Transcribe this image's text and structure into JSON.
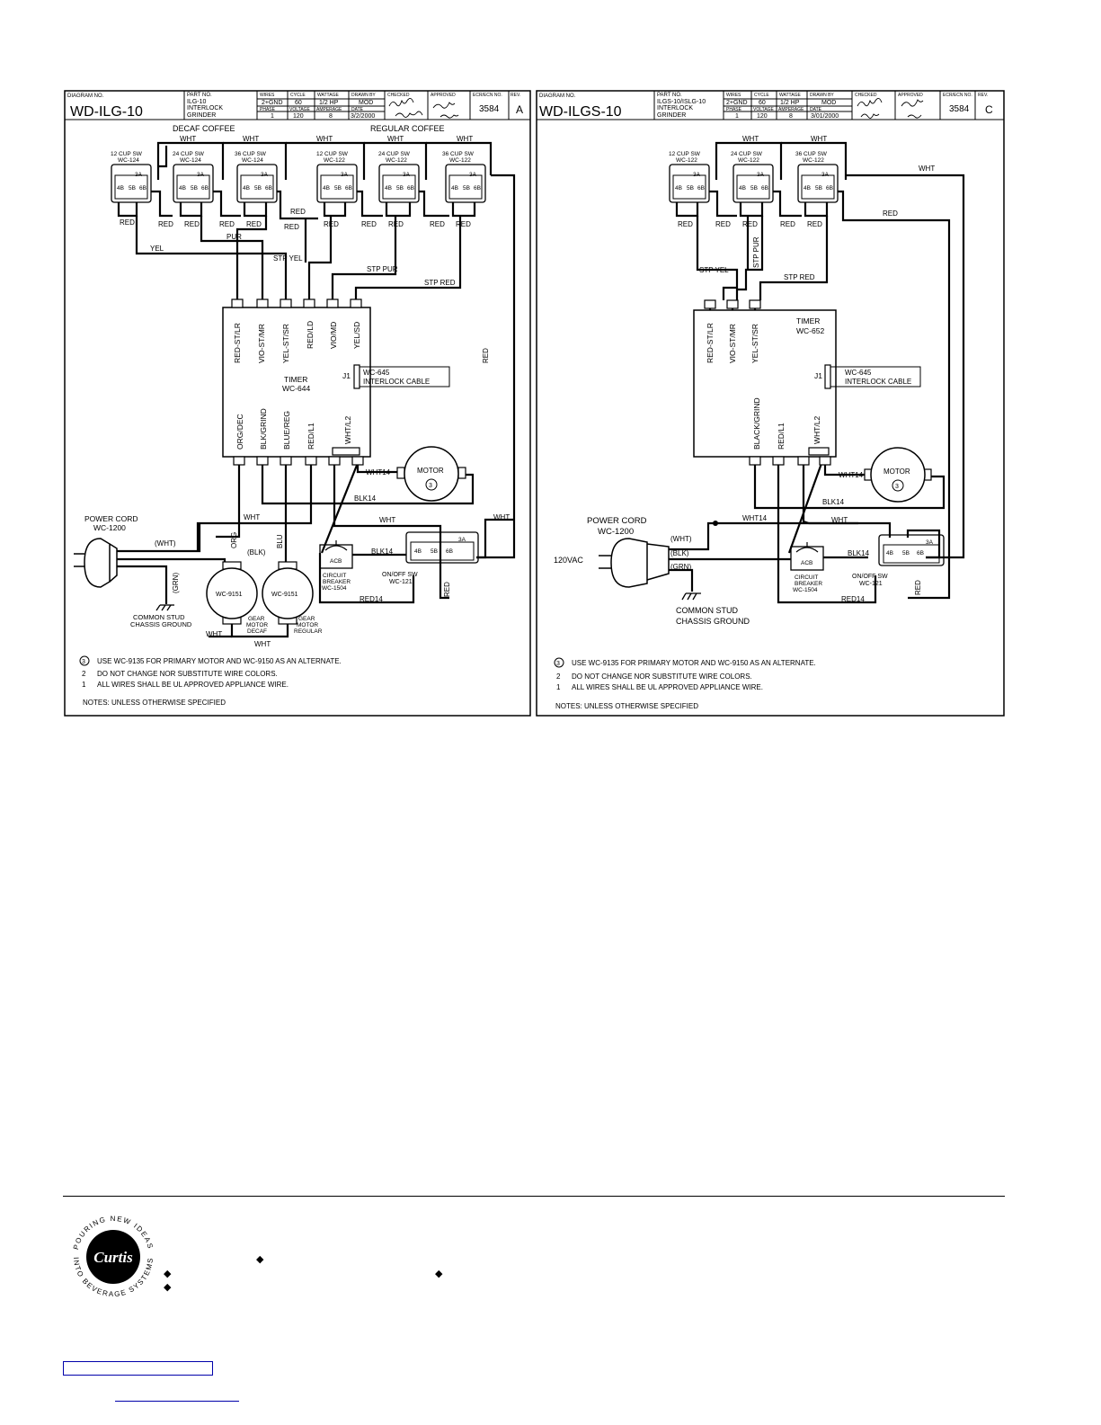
{
  "left_diagram": {
    "title_block": {
      "diagram_no_label": "DIAGRAM NO.",
      "diagram_no": "WD-ILG-10",
      "part_no_label": "PART NO.",
      "part_no": "ILG-10",
      "part_desc_1": "INTERLOCK",
      "part_desc_2": "GRINDER",
      "wires_label": "WIRES",
      "wires": "2+GND",
      "phase_label": "PHASE",
      "phase": "1",
      "cycle_label": "CYCLE",
      "cycle": "60",
      "voltage_label": "VOLTAGE",
      "voltage": "120",
      "wattage_label": "WATTAGE",
      "wattage": "1/2 HP",
      "amperage_label": "AMPERAGE",
      "amperage": "8",
      "drawn_label": "DRAWN BY",
      "drawn": "MOD",
      "date_label": "DATE",
      "date": "3/2/2000",
      "checked_label": "CHECKED",
      "approved_label": "APPROVED",
      "ecr_label": "ECR/ECN NO.",
      "ecr": "3584",
      "rev_label": "REV.",
      "rev": "A"
    },
    "decaf_label": "DECAF COFFEE",
    "regular_label": "REGULAR COFFEE",
    "switches": [
      {
        "name": "12 CUP SW",
        "part": "WC-124"
      },
      {
        "name": "24 CUP SW",
        "part": "WC-124"
      },
      {
        "name": "36 CUP SW",
        "part": "WC-124"
      },
      {
        "name": "12 CUP SW",
        "part": "WC-122"
      },
      {
        "name": "24 CUP SW",
        "part": "WC-122"
      },
      {
        "name": "36 CUP SW",
        "part": "WC-122"
      }
    ],
    "terminal_3a": "3A",
    "terminal_4b": "4B",
    "terminal_5b": "5B",
    "terminal_6b": "6B",
    "wire_wht": "WHT",
    "wire_red": "RED",
    "wire_yel": "YEL",
    "wire_pur": "PUR",
    "wire_stp_yel": "STP YEL",
    "wire_stp_pur": "STP PUR",
    "wire_stp_red": "STP RED",
    "timer_top_pins": [
      "RED-ST/LR",
      "VIO-ST/MR",
      "YEL-ST/SR",
      "RED/LD",
      "VIO/MD",
      "YEL/SD"
    ],
    "timer_bottom_pins": [
      "ORG/DEC",
      "BLK/GRIND",
      "BLUE/REG",
      "RED/L1",
      "WHT/L2"
    ],
    "timer_name": "TIMER",
    "timer_part": "WC-644",
    "j1": "J1",
    "cable_part": "WC-645",
    "cable_name": "INTERLOCK CABLE",
    "wht14": "WHT14",
    "blk14": "BLK14",
    "red14": "RED14",
    "motor": "MOTOR",
    "motor_note": "3",
    "power_cord": "POWER CORD",
    "power_cord_part": "WC-1200",
    "wht_paren": "(WHT)",
    "blk_paren": "(BLK)",
    "grn_paren": "(GRN)",
    "org": "ORG",
    "blu": "BLU",
    "acb": "ACB",
    "circuit_breaker": "CIRCUIT",
    "breaker": "BREAKER",
    "breaker_part": "WC-1504",
    "onoff": "ON/OFF SW",
    "onoff_part": "WC-121",
    "gear_motor_part": "WC-9151",
    "gear_decaf_1": "GEAR",
    "gear_decaf_2": "MOTOR",
    "gear_decaf_3": "DECAF",
    "gear_reg_1": "GEAR",
    "gear_reg_2": "MOTOR",
    "gear_reg_3": "REGULAR",
    "ground_1": "COMMON STUD",
    "ground_2": "CHASSIS GROUND",
    "notes": [
      "USE WC-9135 FOR PRIMARY MOTOR AND WC-9150 AS AN ALTERNATE.",
      "DO NOT CHANGE NOR SUBSTITUTE WIRE COLORS.",
      "ALL WIRES SHALL BE UL APPROVED APPLIANCE WIRE."
    ],
    "note_numbers": [
      "3",
      "2",
      "1"
    ],
    "notes_title": "NOTES: UNLESS OTHERWISE SPECIFIED"
  },
  "right_diagram": {
    "title_block": {
      "diagram_no_label": "DIAGRAM NO.",
      "diagram_no": "WD-ILGS-10",
      "part_no_label": "PART NO.",
      "part_no": "ILGS-10/ISLG-10",
      "part_desc_1": "INTERLOCK",
      "part_desc_2": "GRINDER",
      "wires_label": "WIRES",
      "wires": "2+GND",
      "phase_label": "PHASE",
      "phase": "1",
      "cycle_label": "CYCLE",
      "cycle": "60",
      "voltage_label": "VOLTAGE",
      "voltage": "120",
      "wattage_label": "WATTAGE",
      "wattage": "1/2 HP",
      "amperage_label": "AMPERAGE",
      "amperage": "8",
      "drawn_label": "DRAWN BY",
      "drawn": "MOD",
      "date_label": "DATE",
      "date": "3/01/2000",
      "checked_label": "CHECKED",
      "approved_label": "APPROVED",
      "ecr_label": "ECR/ECN NO.",
      "ecr": "3584",
      "rev_label": "REV.",
      "rev": "C"
    },
    "switches": [
      {
        "name": "12 CUP SW",
        "part": "WC-122"
      },
      {
        "name": "24 CUP SW",
        "part": "WC-122"
      },
      {
        "name": "36 CUP SW",
        "part": "WC-122"
      }
    ],
    "terminal_3a": "3A",
    "terminal_4b": "4B",
    "terminal_5b": "5B",
    "terminal_6b": "6B",
    "wire_wht": "WHT",
    "wire_red": "RED",
    "wire_stp_yel": "STP YEL",
    "wire_stp_pur": "STP PUR",
    "wire_stp_red": "STP RED",
    "timer_top_pins": [
      "RED-ST/LR",
      "VIO-ST/MR",
      "YEL-ST/SR"
    ],
    "timer_bottom_pins": [
      "BLACK/GRIND",
      "RED/L1",
      "WHT/L2"
    ],
    "timer_name": "TIMER",
    "timer_part": "WC-652",
    "j1": "J1",
    "cable_part": "WC-645",
    "cable_name": "INTERLOCK CABLE",
    "wht14": "WHT14",
    "blk14": "BLK14",
    "red14": "RED14",
    "motor": "MOTOR",
    "motor_note": "3",
    "power_cord": "POWER CORD",
    "power_cord_part": "WC-1200",
    "vac": "120VAC",
    "wht_paren": "(WHT)",
    "blk_paren": "(BLK)",
    "grn_paren": "(GRN)",
    "acb": "ACB",
    "circuit_breaker": "CIRCUIT",
    "breaker": "BREAKER",
    "breaker_part": "WC-1504",
    "onoff": "ON/OFF SW",
    "onoff_part": "WC-121",
    "ground_1": "COMMON STUD",
    "ground_2": "CHASSIS GROUND",
    "notes": [
      "USE WC-9135 FOR PRIMARY MOTOR AND WC-9150 AS AN ALTERNATE.",
      "DO NOT CHANGE NOR SUBSTITUTE WIRE COLORS.",
      "ALL WIRES SHALL BE UL APPROVED APPLIANCE WIRE."
    ],
    "note_numbers": [
      "3",
      "2",
      "1"
    ],
    "notes_title": "NOTES: UNLESS OTHERWISE SPECIFIED"
  },
  "logo": {
    "brand": "Curtis",
    "ring_top": "POURING NEW IDEAS",
    "ring_bottom": "INTO BEVERAGE SYSTEMS"
  }
}
